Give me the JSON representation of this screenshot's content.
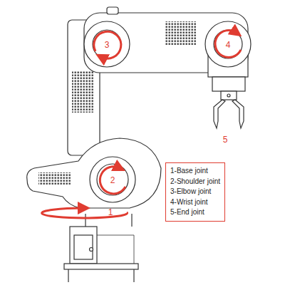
{
  "diagram": {
    "nodes": [
      {
        "text": [
          "1-Base joint",
          "2-Shoulder joint",
          "3-Elbow joint",
          "4-Wrist joint",
          "5-End joint"
        ]
      }
    ],
    "labels": [
      "1",
      "2",
      "3",
      "4",
      "5"
    ]
  }
}
